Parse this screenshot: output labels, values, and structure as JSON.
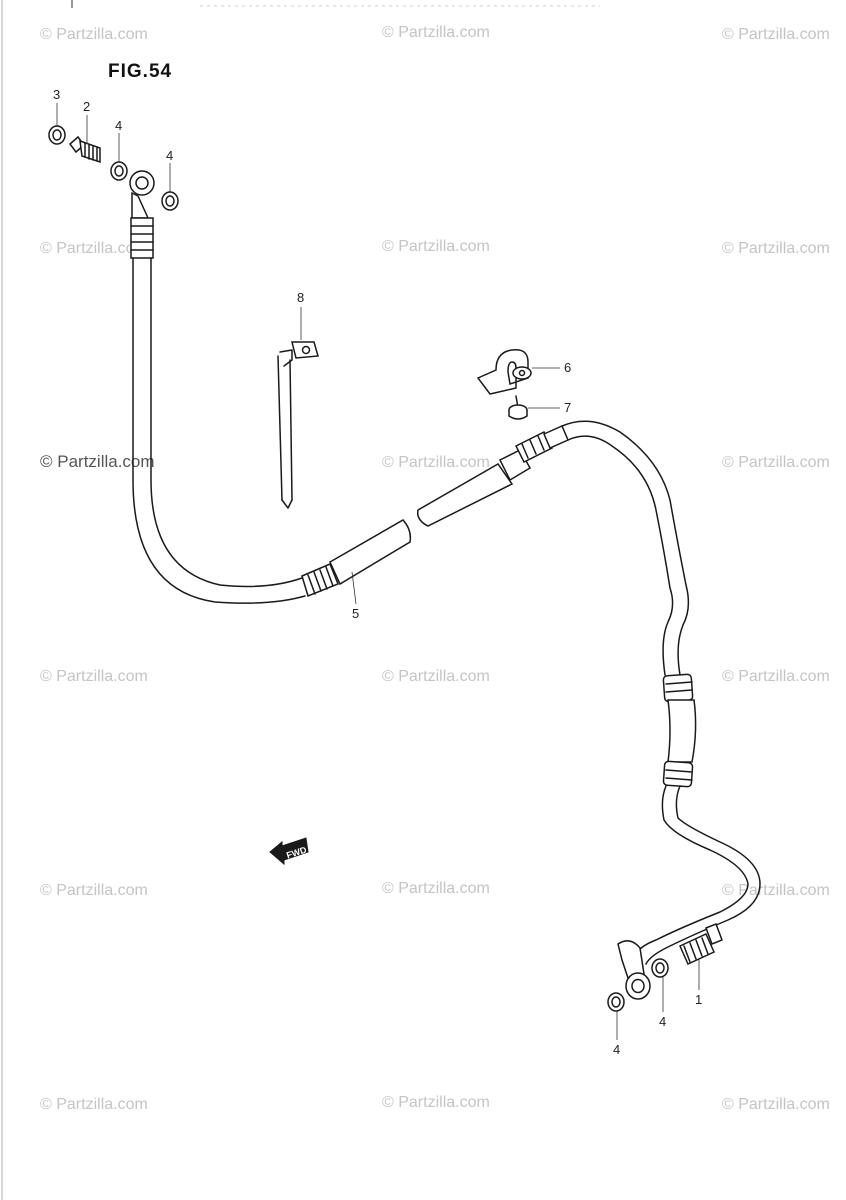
{
  "figure": {
    "title": "FIG.54"
  },
  "watermark": {
    "text": "© Partzilla.com",
    "prominent_text": "© Partzilla.com"
  },
  "callouts": [
    {
      "id": "callout-3",
      "label": "3"
    },
    {
      "id": "callout-2",
      "label": "2"
    },
    {
      "id": "callout-4a",
      "label": "4"
    },
    {
      "id": "callout-4b",
      "label": "4"
    },
    {
      "id": "callout-8",
      "label": "8"
    },
    {
      "id": "callout-6",
      "label": "6"
    },
    {
      "id": "callout-7",
      "label": "7"
    },
    {
      "id": "callout-5",
      "label": "5"
    },
    {
      "id": "callout-1",
      "label": "1"
    },
    {
      "id": "callout-4c",
      "label": "4"
    },
    {
      "id": "callout-4d",
      "label": "4"
    }
  ],
  "fwd_arrow": {
    "icon": "fwd-arrow-icon",
    "text": "FWD"
  },
  "colors": {
    "line": "#1a1a1a",
    "watermark": "#c4c4c4"
  }
}
